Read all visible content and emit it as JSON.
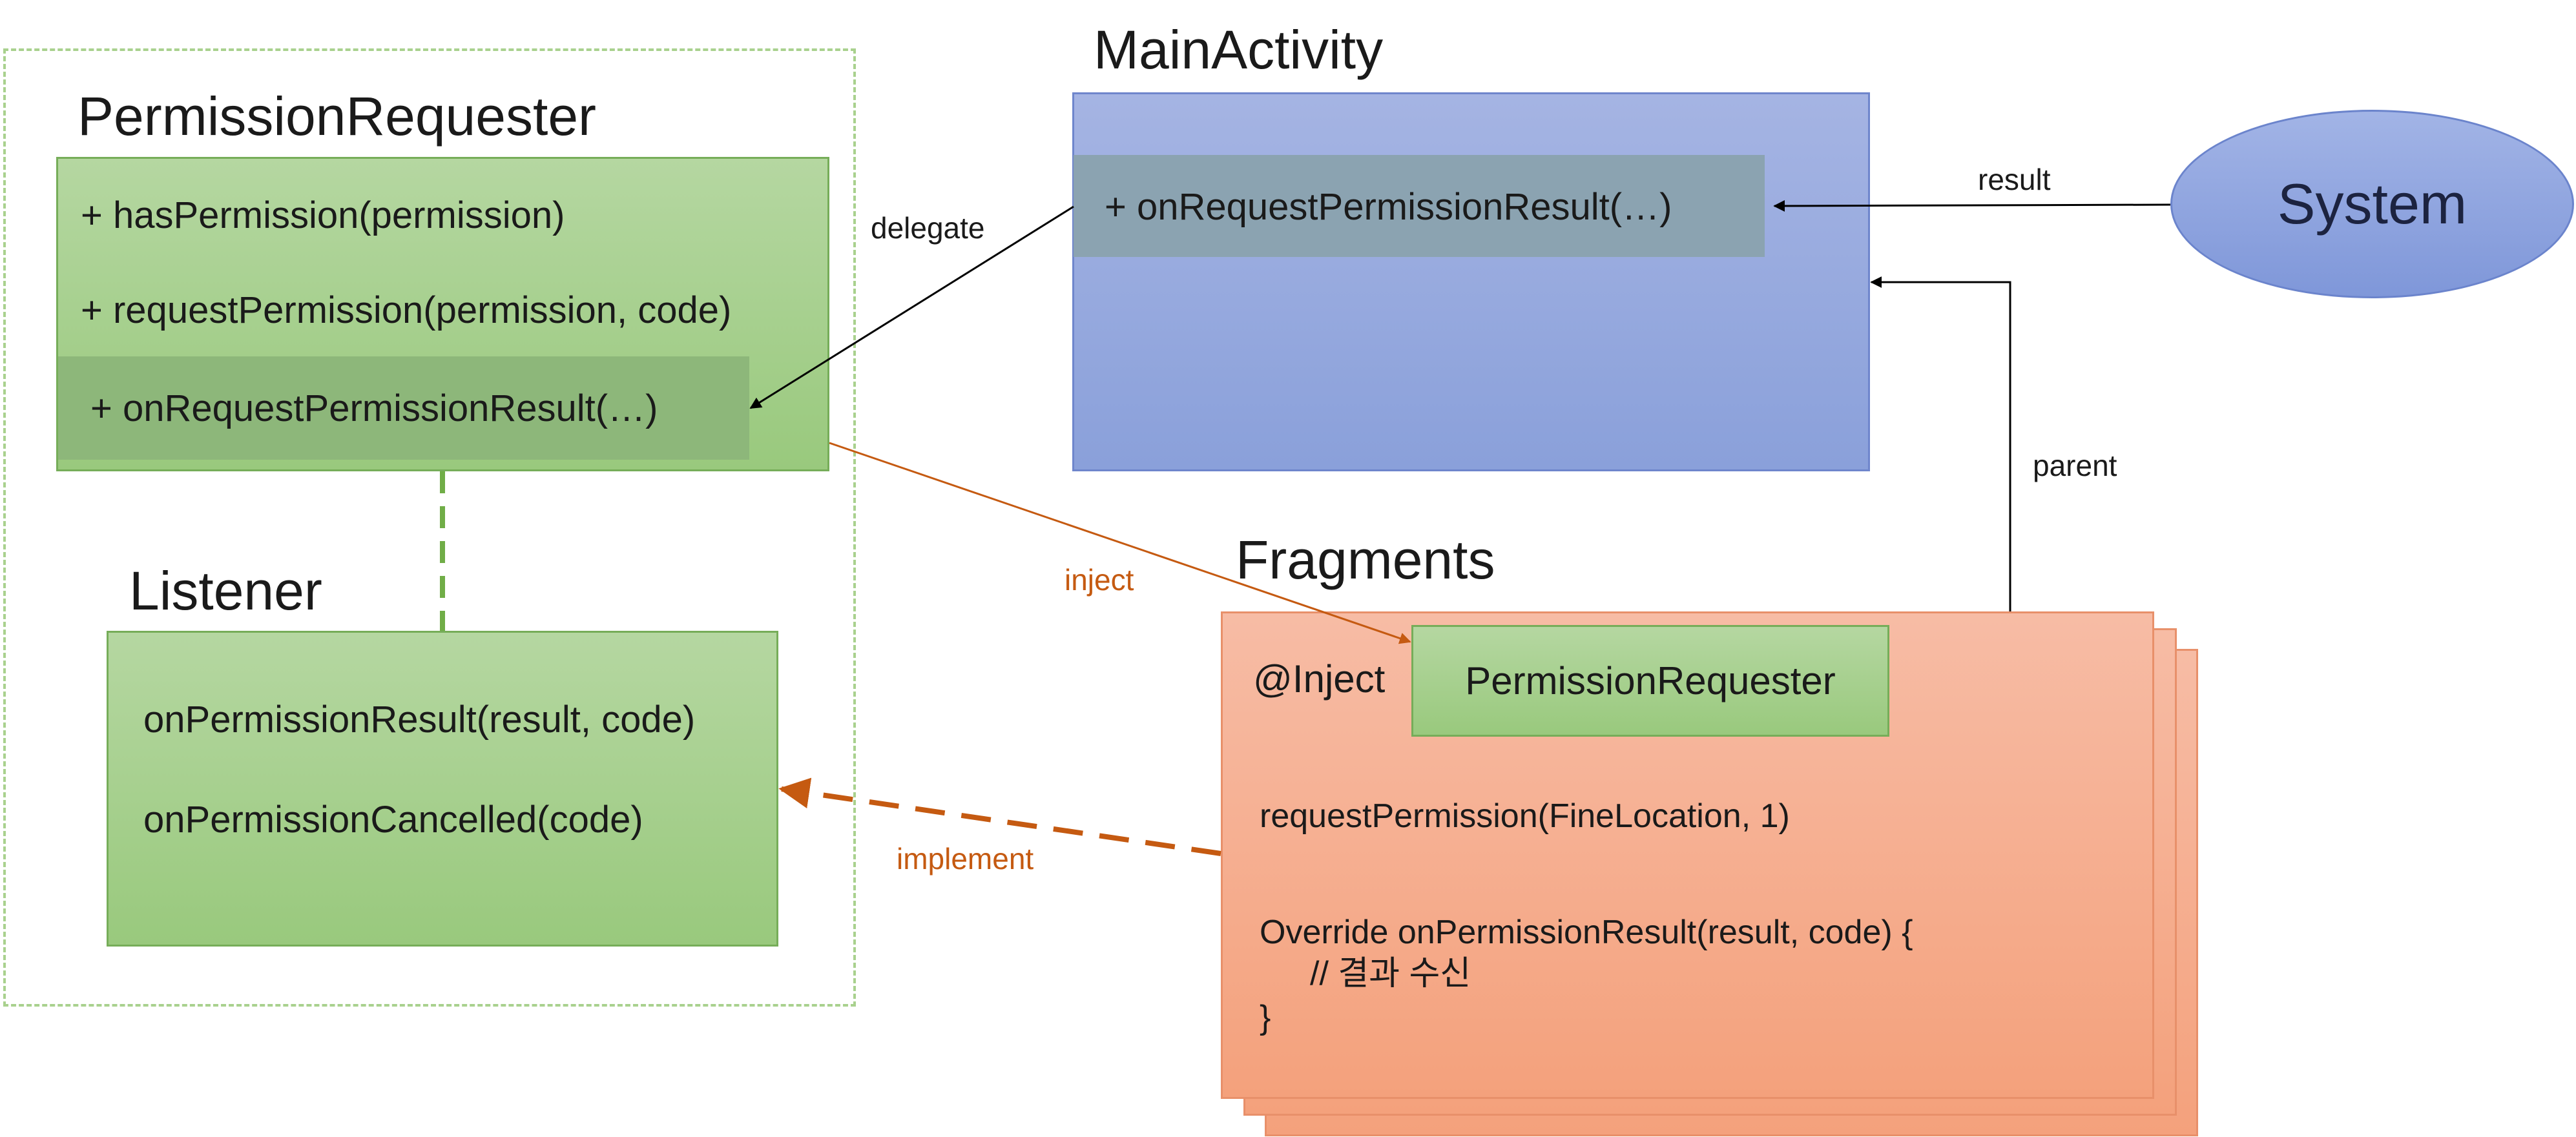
{
  "permission_requester": {
    "title": "PermissionRequester",
    "members": [
      "+ hasPermission(permission)",
      "+ requestPermission(permission, code)",
      "+ onRequestPermissionResult(…)"
    ]
  },
  "listener": {
    "title": "Listener",
    "members": [
      "onPermissionResult(result, code)",
      "onPermissionCancelled(code)"
    ]
  },
  "main_activity": {
    "title": "MainActivity",
    "member": "+ onRequestPermissionResult(…)"
  },
  "system": {
    "label": "System"
  },
  "fragments": {
    "title": "Fragments",
    "inject_annotation": "@Inject",
    "injected_type": "PermissionRequester",
    "code_lines": [
      "requestPermission(FineLocation, 1)",
      "Override onPermissionResult(result, code) {",
      "// 결과 수신",
      "}"
    ]
  },
  "edges": {
    "delegate": "delegate",
    "result": "result",
    "parent": "parent",
    "inject": "inject",
    "implement": "implement"
  },
  "colors": {
    "green_fill": "#a9d18e",
    "green_border": "#76ad59",
    "blue_fill": "#8faadc",
    "orange_fill": "#f4b183",
    "orange_text": "#c55a11",
    "green_dash": "#70ad47"
  }
}
